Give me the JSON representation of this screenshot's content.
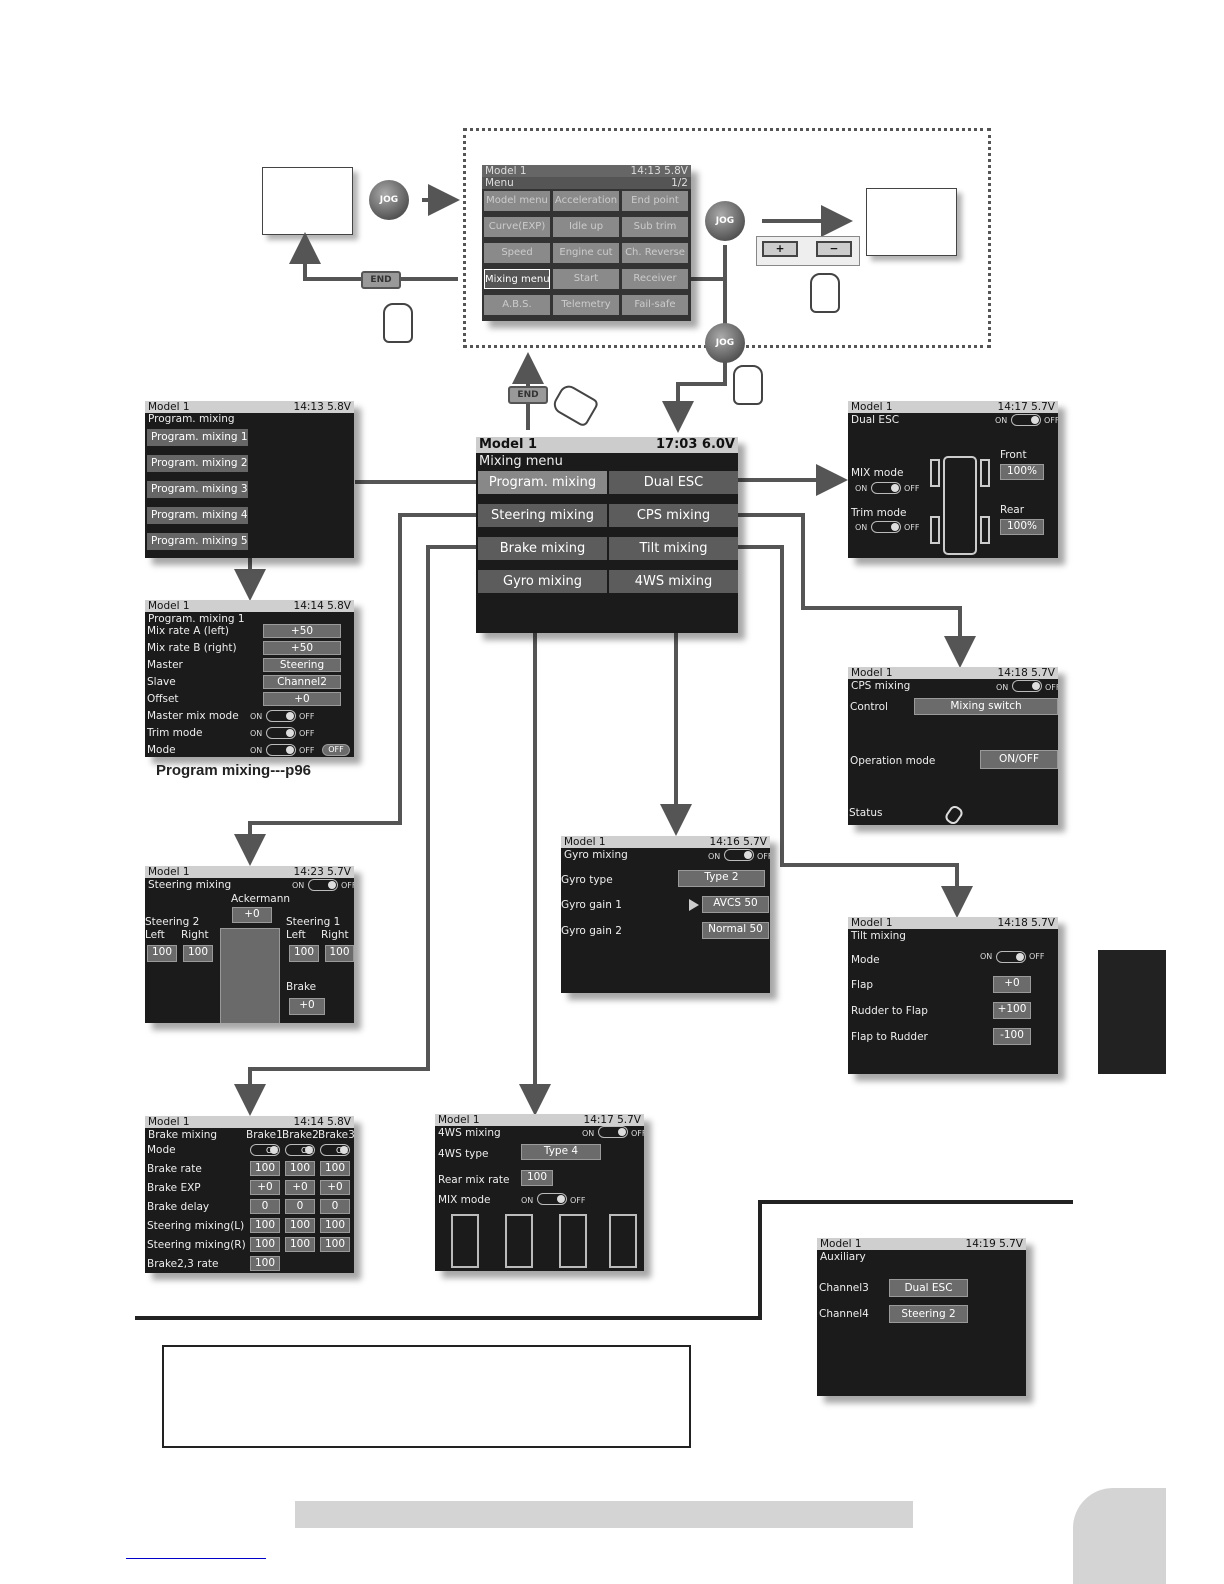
{
  "menu": {
    "hdr_left": "Model 1",
    "hdr_right": "14:13 5.8V",
    "title": "Menu",
    "page": "1/2",
    "items": [
      "Model menu",
      "Acceleration",
      "End point",
      "Curve(EXP)",
      "Idle up",
      "Sub trim",
      "Speed",
      "Engine cut",
      "Ch. Reverse",
      "Mixing menu",
      "Start",
      "Receiver",
      "A.B.S.",
      "Telemetry",
      "Fail-safe"
    ]
  },
  "buttons": {
    "jog": "JOG",
    "end": "END",
    "plus": "+",
    "minus": "−"
  },
  "mixing_menu": {
    "hdr_left": "Model 1",
    "hdr_right": "17:03 6.0V",
    "title": "Mixing menu",
    "items": [
      "Program. mixing",
      "Dual ESC",
      "Steering mixing",
      "CPS mixing",
      "Brake mixing",
      "Tilt mixing",
      "Gyro mixing",
      "4WS mixing"
    ]
  },
  "program_list": {
    "hdr_left": "Model 1",
    "hdr_right": "14:13 5.8V",
    "title": "Program. mixing",
    "items": [
      "Program. mixing 1",
      "Program. mixing 2",
      "Program. mixing 3",
      "Program. mixing 4",
      "Program. mixing 5"
    ]
  },
  "program_detail": {
    "hdr_left": "Model 1",
    "hdr_right": "14:14 5.8V",
    "title": "Program. mixing 1",
    "rows": [
      {
        "label": "Mix rate A (left)",
        "value": "+50"
      },
      {
        "label": "Mix rate B (right)",
        "value": "+50"
      },
      {
        "label": "Master",
        "value": "Steering"
      },
      {
        "label": "Slave",
        "value": "Channel2"
      },
      {
        "label": "Offset",
        "value": "+0"
      }
    ],
    "toggles": [
      "Master mix mode",
      "Trim mode",
      "Mode"
    ],
    "on": "ON",
    "off": "OFF",
    "mode_off": "OFF",
    "caption": "Program mixing---p96"
  },
  "dual_esc": {
    "hdr_left": "Model 1",
    "hdr_right": "14:17 5.7V",
    "title": "Dual ESC",
    "on": "ON",
    "off": "OFF",
    "mix_mode": "MIX mode",
    "trim_mode": "Trim mode",
    "front": "Front",
    "front_val": "100%",
    "rear": "Rear",
    "rear_val": "100%"
  },
  "cps": {
    "hdr_left": "Model 1",
    "hdr_right": "14:18 5.7V",
    "title": "CPS mixing",
    "on": "ON",
    "off": "OFF",
    "control": "Control",
    "control_val": "Mixing switch",
    "op_mode": "Operation mode",
    "op_val": "ON/OFF",
    "status": "Status"
  },
  "steering": {
    "hdr_left": "Model 1",
    "hdr_right": "14:23 5.7V",
    "title": "Steering mixing",
    "on": "ON",
    "off": "OFF",
    "ackermann": "Ackermann",
    "ack_val": "+0",
    "s2": "Steering 2",
    "s1": "Steering 1",
    "left": "Left",
    "right": "Right",
    "s2_left": "100",
    "s2_right": "100",
    "s1_left": "100",
    "s1_right": "100",
    "brake": "Brake",
    "brake_val": "+0"
  },
  "gyro": {
    "hdr_left": "Model 1",
    "hdr_right": "14:16 5.7V",
    "title": "Gyro mixing",
    "on": "ON",
    "off": "OFF",
    "type": "Gyro type",
    "type_val": "Type 2",
    "gain1": "Gyro gain 1",
    "gain1_val": "AVCS  50",
    "gain2": "Gyro gain 2",
    "gain2_val": "Normal  50"
  },
  "tilt": {
    "hdr_left": "Model 1",
    "hdr_right": "14:18 5.7V",
    "title": "Tilt mixing",
    "on": "ON",
    "off": "OFF",
    "rows": [
      {
        "label": "Flap",
        "value": "+0"
      },
      {
        "label": "Rudder to Flap",
        "value": "+100"
      },
      {
        "label": "Flap to Rudder",
        "value": "-100"
      }
    ],
    "mode": "Mode"
  },
  "brake": {
    "hdr_left": "Model 1",
    "hdr_right": "14:14 5.8V",
    "title": "Brake mixing",
    "cols": [
      "Brake1",
      "Brake2",
      "Brake3"
    ],
    "on": "ON",
    "rows": [
      {
        "label": "Mode"
      },
      {
        "label": "Brake rate",
        "vals": [
          "100",
          "100",
          "100"
        ]
      },
      {
        "label": "Brake EXP",
        "vals": [
          "+0",
          "+0",
          "+0"
        ]
      },
      {
        "label": "Brake delay",
        "vals": [
          "0",
          "0",
          "0"
        ]
      },
      {
        "label": "Steering mixing(L)",
        "vals": [
          "100",
          "100",
          "100"
        ]
      },
      {
        "label": "Steering mixing(R)",
        "vals": [
          "100",
          "100",
          "100"
        ]
      },
      {
        "label": "Brake2,3 rate",
        "vals": [
          "100"
        ]
      }
    ]
  },
  "fourws": {
    "hdr_left": "Model 1",
    "hdr_right": "14:17 5.7V",
    "title": "4WS mixing",
    "on": "ON",
    "off": "OFF",
    "type": "4WS type",
    "type_val": "Type 4",
    "rear": "Rear mix rate",
    "rear_val": "100",
    "mix": "MIX mode"
  },
  "auxiliary": {
    "hdr_left": "Model 1",
    "hdr_right": "14:19 5.7V",
    "title": "Auxiliary",
    "ch3": "Channel3",
    "ch3_val": "Dual ESC",
    "ch4": "Channel4",
    "ch4_val": "Steering 2"
  }
}
